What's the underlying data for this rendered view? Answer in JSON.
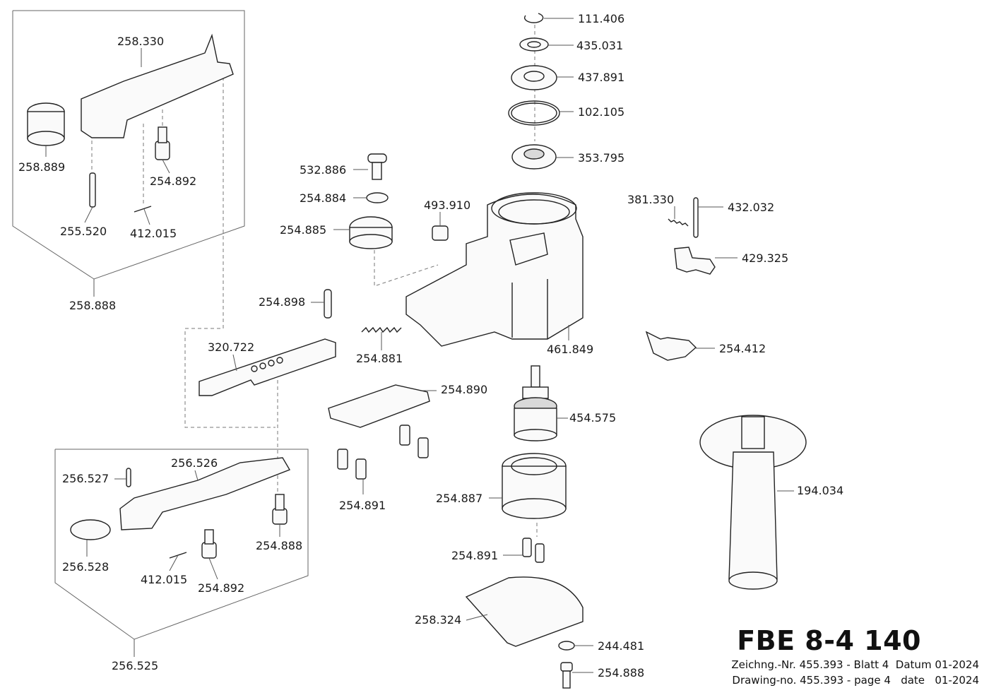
{
  "model": "FBE 8-4 140",
  "drawing_info": {
    "line_de": "Zeichng.-Nr. 455.393 - Blatt 4  Datum 01-2024",
    "line_en": "Drawing-no. 455.393 - page 4   date   01-2024"
  },
  "parts": {
    "p111_406": "111.406",
    "p435_031": "435.031",
    "p437_891": "437.891",
    "p102_105": "102.105",
    "p353_795": "353.795",
    "p532_886": "532.886",
    "p254_884": "254.884",
    "p493_910": "493.910",
    "p254_885": "254.885",
    "p381_330": "381.330",
    "p432_032": "432.032",
    "p429_325": "429.325",
    "p254_898": "254.898",
    "p461_849": "461.849",
    "p254_881": "254.881",
    "p254_412": "254.412",
    "p320_722": "320.722",
    "p254_890": "254.890",
    "p454_575": "454.575",
    "p254_891_a": "254.891",
    "p254_887": "254.887",
    "p194_034": "194.034",
    "p254_891_b": "254.891",
    "p258_324": "258.324",
    "p244_481": "244.481",
    "p254_888_a": "254.888",
    "p258_330": "258.330",
    "p258_889": "258.889",
    "p254_892_a": "254.892",
    "p255_520": "255.520",
    "p412_015_a": "412.015",
    "p258_888": "258.888",
    "p256_527": "256.527",
    "p256_526": "256.526",
    "p256_528": "256.528",
    "p254_888_b": "254.888",
    "p412_015_b": "412.015",
    "p254_892_b": "254.892",
    "p256_525": "256.525"
  }
}
